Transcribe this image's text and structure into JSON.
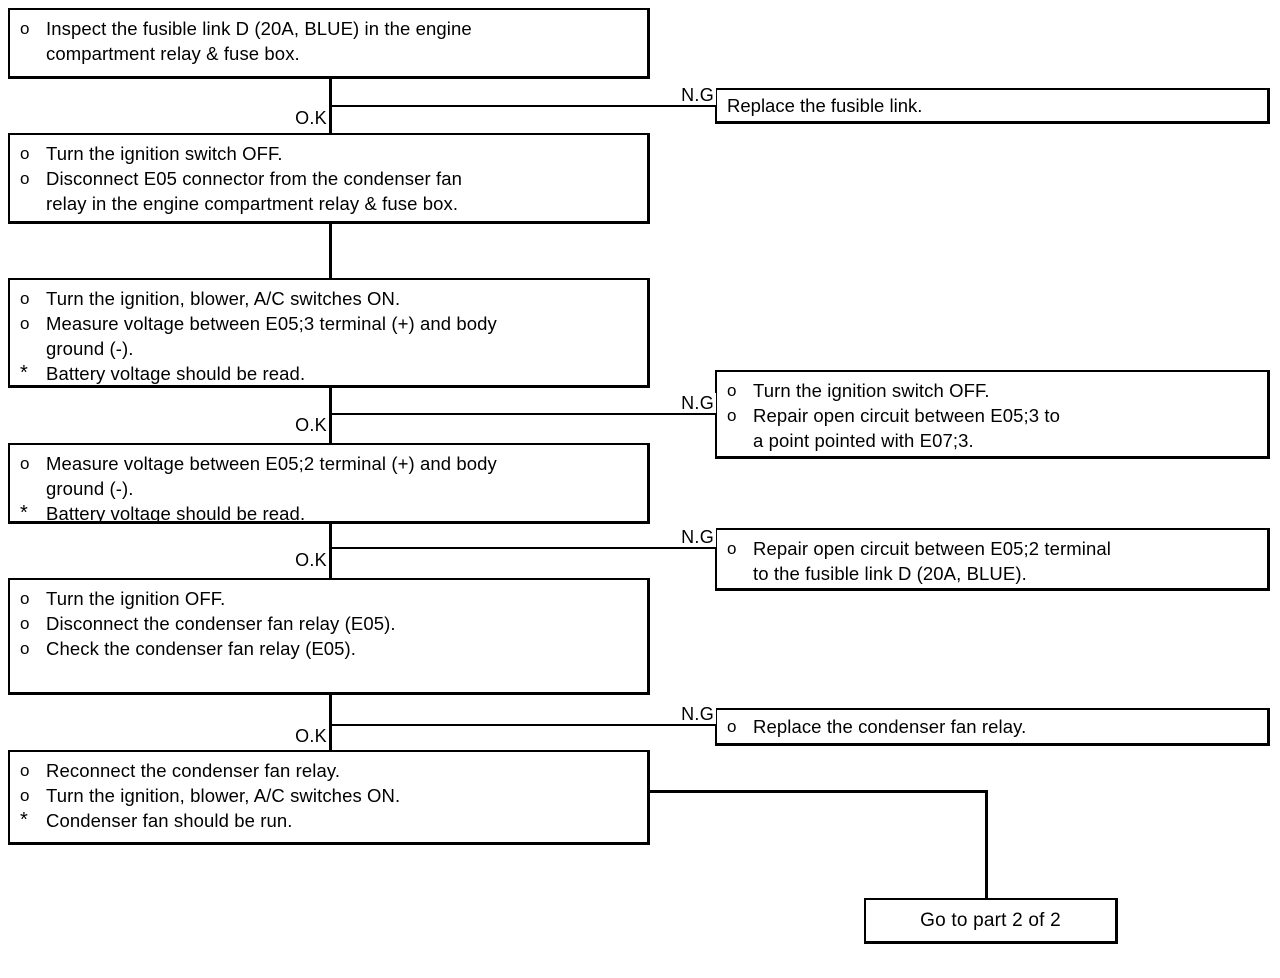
{
  "document": {
    "type": "troubleshooting-flowchart",
    "title": "Condenser fan circuit diagnosis (part 1 of 2)"
  },
  "labels": {
    "ok": "O.K",
    "ng": "N.G"
  },
  "bullets": {
    "circle": "o",
    "star": "*"
  },
  "steps": [
    {
      "id": "step-1",
      "lines": [
        {
          "bullet": "o",
          "text": "Inspect the fusible link D (20A, BLUE) in the engine"
        },
        {
          "bullet": "",
          "text": "compartment relay & fuse box."
        }
      ]
    },
    {
      "id": "step-2",
      "lines": [
        {
          "bullet": "o",
          "text": "Turn the ignition switch OFF."
        },
        {
          "bullet": "o",
          "text": "Disconnect E05 connector from the condenser fan"
        },
        {
          "bullet": "",
          "text": "relay in the engine compartment relay & fuse box."
        }
      ]
    },
    {
      "id": "step-3",
      "lines": [
        {
          "bullet": "o",
          "text": "Turn the ignition, blower, A/C switches ON."
        },
        {
          "bullet": "o",
          "text": "Measure voltage between E05;3 terminal (+) and body"
        },
        {
          "bullet": "",
          "text": "ground (-)."
        },
        {
          "bullet": "*",
          "text": "Battery voltage should be read."
        }
      ]
    },
    {
      "id": "step-4",
      "lines": [
        {
          "bullet": "o",
          "text": "Measure voltage between E05;2 terminal (+) and body"
        },
        {
          "bullet": "",
          "text": "ground (-)."
        },
        {
          "bullet": "*",
          "text": "Battery voltage should be read."
        }
      ]
    },
    {
      "id": "step-5",
      "lines": [
        {
          "bullet": "o",
          "text": "Turn the ignition OFF."
        },
        {
          "bullet": "o",
          "text": "Disconnect the condenser fan relay (E05)."
        },
        {
          "bullet": "o",
          "text": "Check the condenser fan relay (E05)."
        }
      ]
    },
    {
      "id": "step-6",
      "lines": [
        {
          "bullet": "o",
          "text": "Reconnect the condenser fan relay."
        },
        {
          "bullet": "o",
          "text": "Turn the ignition, blower, A/C switches ON."
        },
        {
          "bullet": "*",
          "text": "Condenser fan should be run."
        }
      ]
    }
  ],
  "remedies": [
    {
      "id": "remedy-1",
      "lines": [
        {
          "bullet": "",
          "text": "Replace the fusible link."
        }
      ]
    },
    {
      "id": "remedy-2",
      "lines": [
        {
          "bullet": "o",
          "text": "Turn the ignition switch OFF."
        },
        {
          "bullet": "o",
          "text": "Repair open circuit between E05;3 to"
        },
        {
          "bullet": "",
          "text": "a point pointed with E07;3."
        }
      ]
    },
    {
      "id": "remedy-3",
      "lines": [
        {
          "bullet": "o",
          "text": "Repair open circuit between E05;2 terminal"
        },
        {
          "bullet": "",
          "text": "to the fusible link D (20A, BLUE)."
        }
      ]
    },
    {
      "id": "remedy-4",
      "lines": [
        {
          "bullet": "o",
          "text": "Replace the condenser fan relay."
        }
      ]
    }
  ],
  "terminator": {
    "label": "Go to part 2 of 2"
  },
  "colors": {
    "ink": "#000000",
    "paper": "#ffffff"
  }
}
